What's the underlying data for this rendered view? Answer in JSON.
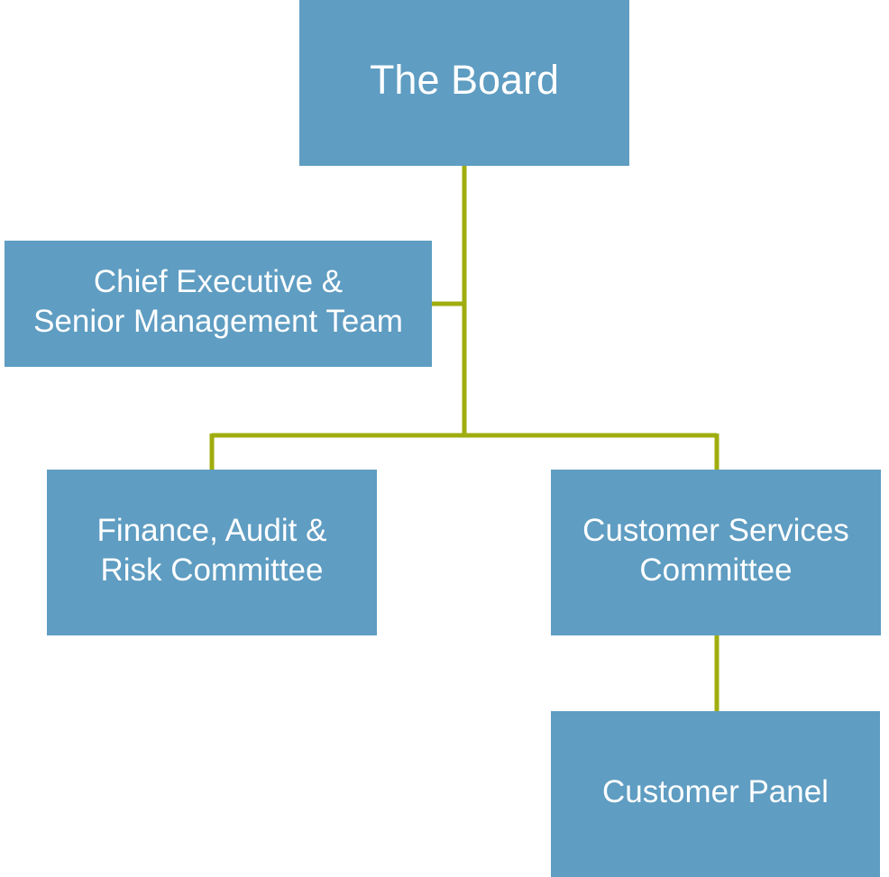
{
  "colors": {
    "box_fill": "#5f9dc2",
    "box_text": "#ffffff",
    "connector": "#9fad0f"
  },
  "nodes": {
    "board": "The Board",
    "exec": "Chief Executive &\nSenior Management Team",
    "finance": "Finance, Audit &\nRisk Committee",
    "customer_services": "Customer Services\nCommittee",
    "customer_panel": "Customer Panel"
  }
}
